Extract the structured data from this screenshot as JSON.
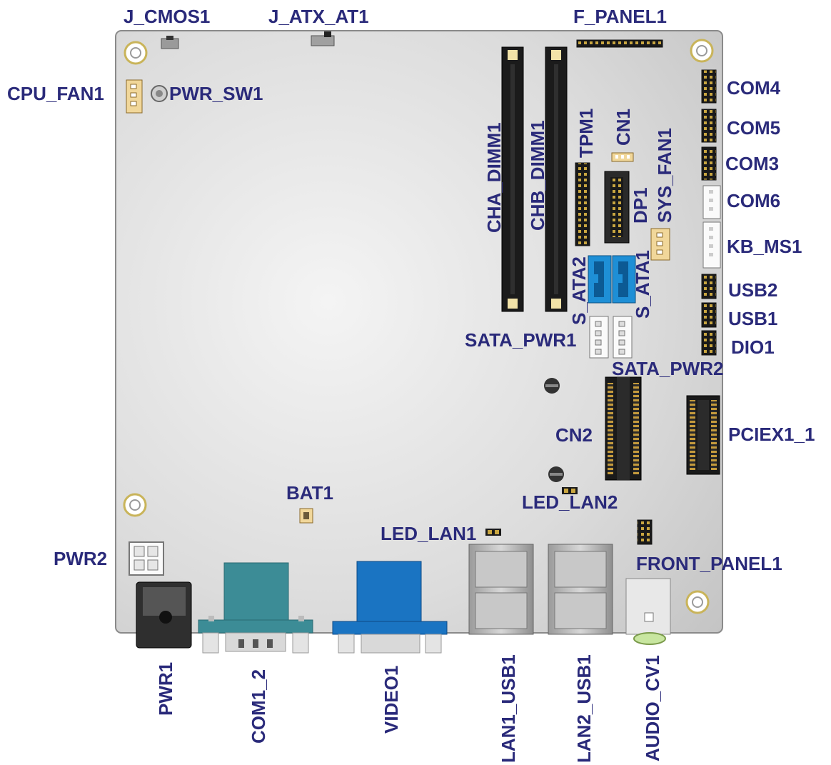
{
  "colors": {
    "label": "#2a2a7a",
    "board": "#d6d6d6",
    "sata_blue": "#1e8fd6",
    "vga_blue": "#1a74c2",
    "com_teal": "#3c8c96",
    "header_pin": "#b8912e",
    "mount_hole": "#c9b45a"
  },
  "labels": {
    "j_cmos1": "J_CMOS1",
    "j_atx_at1": "J_ATX_AT1",
    "f_panel1": "F_PANEL1",
    "cpu_fan1": "CPU_FAN1",
    "pwr_sw1": "PWR_SW1",
    "com4": "COM4",
    "com5": "COM5",
    "com3": "COM3",
    "com6": "COM6",
    "kb_ms1": "KB_MS1",
    "usb2": "USB2",
    "usb1": "USB1",
    "dio1": "DIO1",
    "cha_dimm1": "CHA_DIMM1",
    "chb_dimm1": "CHB_DIMM1",
    "tpm1": "TPM1",
    "cn1": "CN1",
    "dp1": "DP1",
    "sys_fan1": "SYS_FAN1",
    "s_ata2": "S_ATA2",
    "s_ata1": "S_ATA1",
    "sata_pwr1": "SATA_PWR1",
    "sata_pwr2": "SATA_PWR2",
    "cn2": "CN2",
    "pciex1_1": "PCIEX1_1",
    "bat1": "BAT1",
    "led_lan2": "LED_LAN2",
    "led_lan1": "LED_LAN1",
    "pwr2": "PWR2",
    "front_panel1": "FRONT_PANEL1",
    "pwr1": "PWR1",
    "com1_2": "COM1_2",
    "video1": "VIDEO1",
    "lan1_usb1": "LAN1_USB1",
    "lan2_usb1": "LAN2_USB1",
    "audio_cv1": "AUDIO_CV1"
  }
}
